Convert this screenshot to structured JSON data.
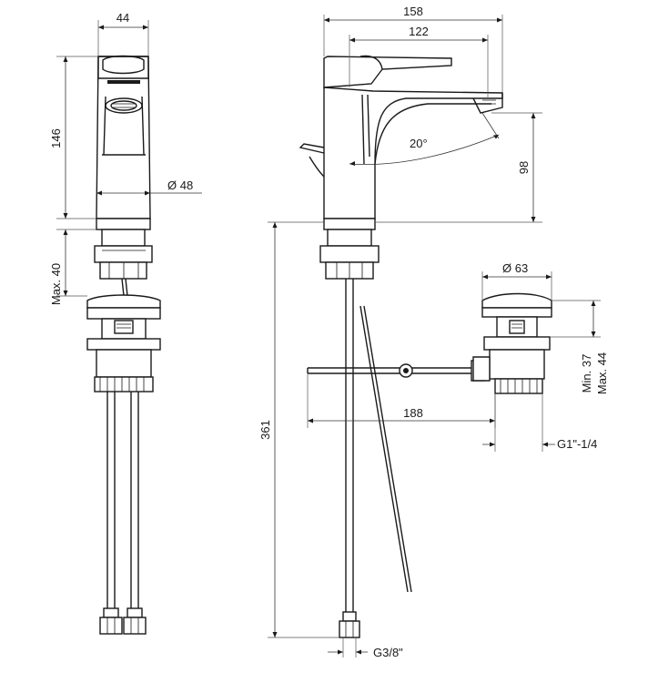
{
  "dimensions": {
    "width_44": "44",
    "height_146": "146",
    "diameter_48": "Ø 48",
    "max_40": "Max. 40",
    "width_158": "158",
    "width_122": "122",
    "angle_20": "20°",
    "height_98": "98",
    "height_361": "361",
    "length_188": "188",
    "diameter_63": "Ø 63",
    "min_37": "Min. 37",
    "max_44": "Max. 44",
    "thread_g1": "G1\"-1/4",
    "thread_g38": "G3/8\""
  }
}
